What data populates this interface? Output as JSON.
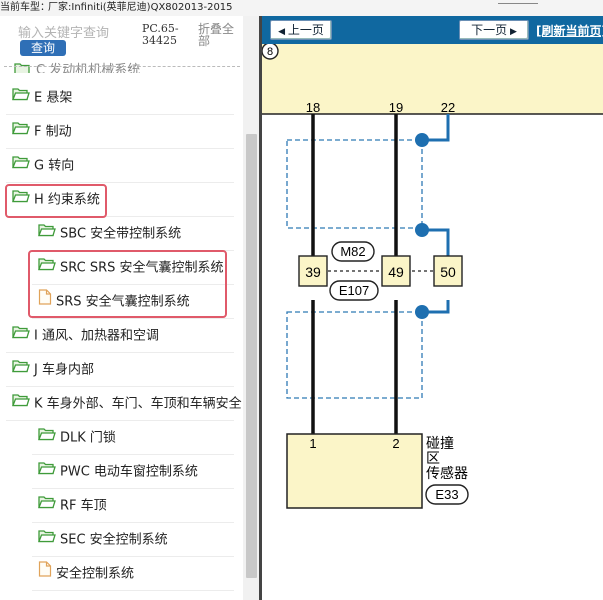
{
  "topbar": {
    "label": "当前车型：",
    "title": "厂家:Infiniti(英菲尼迪)QX802013-2015"
  },
  "search": {
    "placeholder": "输入关键字查询",
    "button": "查询"
  },
  "pc_code": "PC.65-34425",
  "fold_all": "折叠全部",
  "stub": "C 发动机机械系统",
  "tree": [
    {
      "label": "E 悬架",
      "icon": "folder-open-icon"
    },
    {
      "label": "F 制动",
      "icon": "folder-open-icon"
    },
    {
      "label": "G 转向",
      "icon": "folder-open-icon"
    },
    {
      "label": "H 约束系统",
      "icon": "folder-open-icon"
    },
    {
      "label": "SBC 安全带控制系统",
      "icon": "folder-open-icon"
    },
    {
      "label": "SRC SRS 安全气囊控制系统",
      "icon": "folder-open-icon"
    },
    {
      "label": "SRS 安全气囊控制系统",
      "icon": "document-icon"
    },
    {
      "label": "I 通风、加热器和空调",
      "icon": "folder-open-icon"
    },
    {
      "label": "J 车身内部",
      "icon": "folder-open-icon"
    },
    {
      "label": "K 车身外部、车门、车顶和车辆安全",
      "icon": "folder-open-icon"
    },
    {
      "label": "DLK 门锁",
      "icon": "folder-open-icon"
    },
    {
      "label": "PWC 电动车窗控制系统",
      "icon": "folder-open-icon"
    },
    {
      "label": "RF 车顶",
      "icon": "folder-open-icon"
    },
    {
      "label": "SEC 安全控制系统",
      "icon": "folder-open-icon"
    },
    {
      "label": "安全控制系统",
      "icon": "document-icon"
    }
  ],
  "nav": {
    "prev": "上一页",
    "next": "下一页",
    "refresh": "[刷新当前页]"
  },
  "diagram": {
    "top_connector": "8",
    "pins": [
      "18",
      "19",
      "22"
    ],
    "connector_pins": [
      "39",
      "49",
      "50"
    ],
    "connector_names": [
      "M82",
      "E107"
    ],
    "sensor_pins": [
      "1",
      "2"
    ],
    "sensor_label": [
      "碰撞",
      "区",
      "传感器"
    ],
    "sensor_code": "E33"
  },
  "colors": {
    "accent": "#1068a0",
    "wire_blue": "#1e6fb0",
    "yellow": "#fbf5c8",
    "highlight": "#e05a6a",
    "folder_green": "#3f9b3a"
  }
}
